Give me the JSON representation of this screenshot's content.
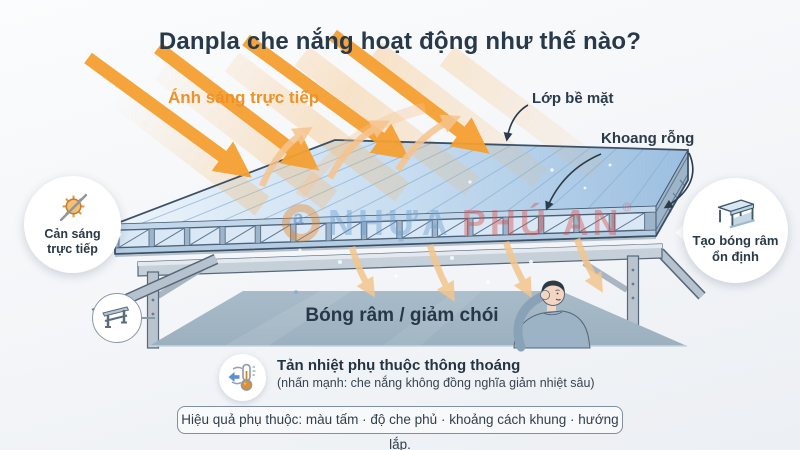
{
  "title": "Danpla che nắng hoạt động như thế nào?",
  "scene": {
    "direct_light_label": "Ánh sáng trực tiếp",
    "surface_layer_label": "Lớp bề mặt",
    "hollow_cavity_label": "Khoang rỗng",
    "shade_label": "Bóng râm / giảm chói"
  },
  "left_bubble": {
    "icon": "sun-blocked-icon",
    "line1": "Cản sáng",
    "line2": "trực tiếp"
  },
  "right_bubble": {
    "icon": "canopy-icon",
    "line1": "Tạo bóng râm",
    "line2": "ổn định"
  },
  "frame_badge": {
    "icon": "frame-structure-icon"
  },
  "heat_note": {
    "icon": "thermometer-wind-icon",
    "title": "Tản nhiệt phụ thuộc thông thoáng",
    "subtitle": "(nhấn mạnh: che nắng không đồng nghĩa giảm nhiệt sâu)"
  },
  "footer_note": "Hiệu quả phụ thuộc: màu tấm · độ che phủ · khoảng cách khung · hướng lắp.",
  "watermark": {
    "brand_part1": "NHỰA",
    "brand_part2": "PHÚ AN",
    "registered": "®"
  },
  "colors": {
    "title_navy": "#28394a",
    "accent_orange": "#f5a032",
    "panel_blue": "#a9c7e4",
    "shade_gray_blue": "#a3b7c6"
  }
}
